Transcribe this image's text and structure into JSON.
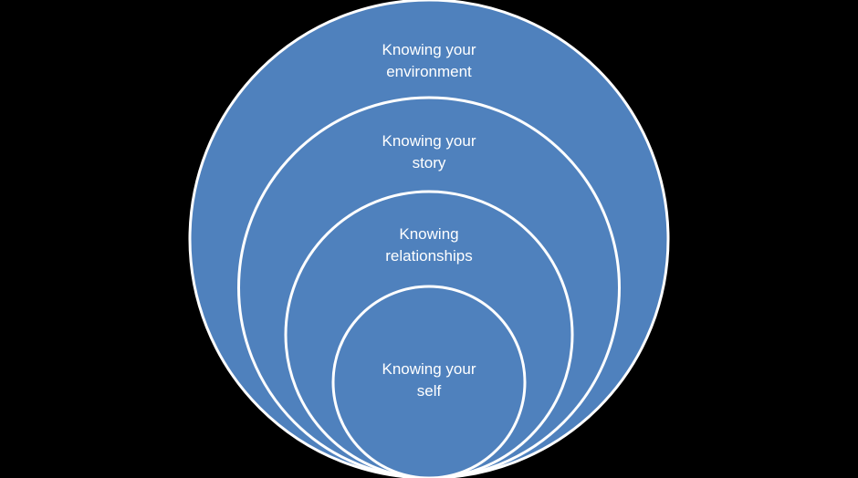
{
  "diagram": {
    "type": "nested-circles",
    "fill_color": "#4F81BD",
    "stroke_color": "#FFFFFF",
    "background_color": "#000000",
    "rings": [
      {
        "id": "environment",
        "lines": [
          "Knowing your",
          "environment"
        ]
      },
      {
        "id": "story",
        "lines": [
          "Knowing your",
          "story"
        ]
      },
      {
        "id": "relationships",
        "lines": [
          "Knowing",
          "relationships"
        ]
      },
      {
        "id": "self",
        "lines": [
          "Knowing your",
          "self"
        ]
      }
    ]
  }
}
